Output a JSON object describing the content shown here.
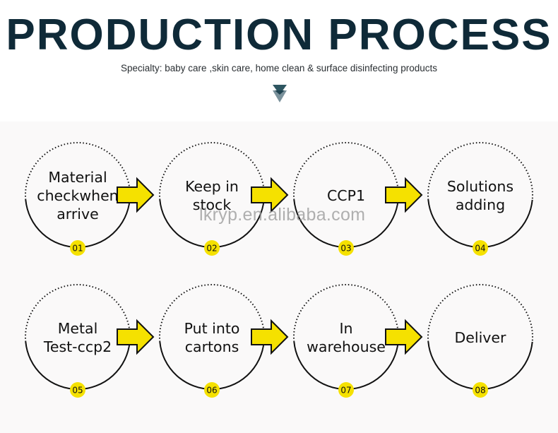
{
  "header": {
    "title": "PRODUCTION PROCESS",
    "subtitle": "Specialty: baby care ,skin care, home clean &  surface disinfecting products",
    "icon": "double-down-triangle-icon"
  },
  "colors": {
    "title": "#0f2a38",
    "accent_yellow": "#f5e100",
    "band_background": "#faf9f9",
    "triangle_dark": "#2e5661",
    "triangle_light": "#6b8590"
  },
  "steps": [
    {
      "number": "01",
      "label": "Material\ncheckwhen\narrive"
    },
    {
      "number": "02",
      "label": "Keep in\nstock"
    },
    {
      "number": "03",
      "label": "CCP1"
    },
    {
      "number": "04",
      "label": "Solutions\nadding"
    },
    {
      "number": "05",
      "label": "Metal\nTest-ccp2"
    },
    {
      "number": "06",
      "label": "Put into\ncartons"
    },
    {
      "number": "07",
      "label": "In\nwarehouse"
    },
    {
      "number": "08",
      "label": "Deliver"
    }
  ],
  "connectors": [
    {
      "from": "01",
      "to": "02",
      "icon": "right-arrow-icon"
    },
    {
      "from": "02",
      "to": "03",
      "icon": "right-arrow-icon"
    },
    {
      "from": "03",
      "to": "04",
      "icon": "right-arrow-icon"
    },
    {
      "from": "05",
      "to": "06",
      "icon": "right-arrow-icon"
    },
    {
      "from": "06",
      "to": "07",
      "icon": "right-arrow-icon"
    },
    {
      "from": "07",
      "to": "08",
      "icon": "right-arrow-icon"
    }
  ],
  "watermark": "lkryp.en.alibaba.com"
}
